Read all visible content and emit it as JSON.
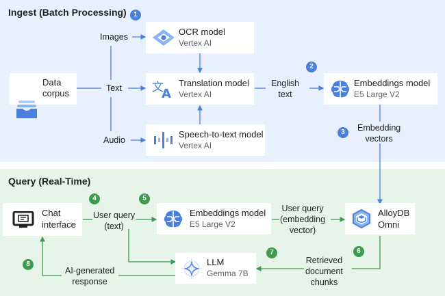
{
  "colors": {
    "ingest_bg": "#e8f0fe",
    "query_bg": "#e6f4ea",
    "blue_accent": "#4a7fdc",
    "green_accent": "#3e9a4e"
  },
  "ingest": {
    "title": "Ingest (Batch Processing)",
    "data_corpus": {
      "line1": "Data",
      "line2": "corpus",
      "icon": "inbox-tray-icon"
    },
    "ocr": {
      "title": "OCR model",
      "subtitle": "Vertex AI",
      "icon": "vertex-ai-diamond-icon"
    },
    "translation": {
      "title": "Translation model",
      "subtitle": "Vertex AI",
      "icon": "translate-icon"
    },
    "speech": {
      "title": "Speech-to-text model",
      "subtitle": "Vertex AI",
      "icon": "audio-waveform-icon"
    },
    "embeddings": {
      "title": "Embeddings model",
      "subtitle": "E5 Large V2",
      "icon": "brain-icon"
    },
    "labels": {
      "images": "Images",
      "text": "Text",
      "audio": "Audio",
      "english_1": "English",
      "english_2": "text",
      "vectors_1": "Embedding",
      "vectors_2": "vectors"
    },
    "badges": [
      "1",
      "2",
      "3"
    ]
  },
  "query": {
    "title": "Query (Real-Time)",
    "chat": {
      "line1": "Chat",
      "line2": "interface",
      "icon": "monitor-chat-icon"
    },
    "embeddings": {
      "title": "Embeddings model",
      "subtitle": "E5 Large V2",
      "icon": "brain-icon"
    },
    "alloydb": {
      "line1": "AlloyDB",
      "line2": "Omni",
      "icon": "alloydb-hexagon-icon"
    },
    "llm": {
      "title": "LLM",
      "subtitle": "Gemma 7B",
      "icon": "gemma-star-icon"
    },
    "labels": {
      "user_query_1": "User query",
      "user_query_2": "(text)",
      "uq_emb_1": "User query",
      "uq_emb_2": "(embedding",
      "uq_emb_3": "vector)",
      "retrieved_1": "Retrieved",
      "retrieved_2": "document",
      "retrieved_3": "chunks",
      "ai_resp_1": "AI-generated",
      "ai_resp_2": "response"
    },
    "badges": [
      "4",
      "5",
      "6",
      "7",
      "8"
    ]
  }
}
